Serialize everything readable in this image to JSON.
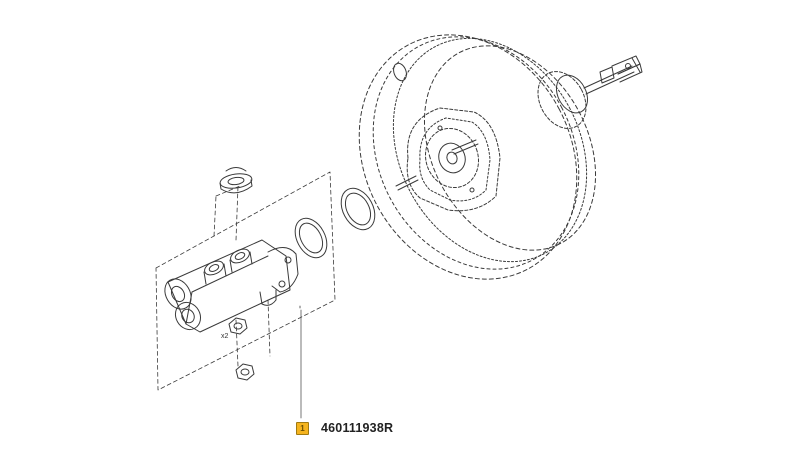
{
  "callout": {
    "index": "1",
    "part_number": "460111938R",
    "badge_color": "#f5b41e"
  },
  "labels": {
    "quantity": "x2"
  },
  "diagram": {
    "line_color": "#3a3a3a",
    "parts": [
      "master-cylinder",
      "brake-booster",
      "o-ring",
      "o-ring",
      "reservoir-grommet",
      "nut",
      "nut",
      "pushrod-clevis"
    ]
  }
}
